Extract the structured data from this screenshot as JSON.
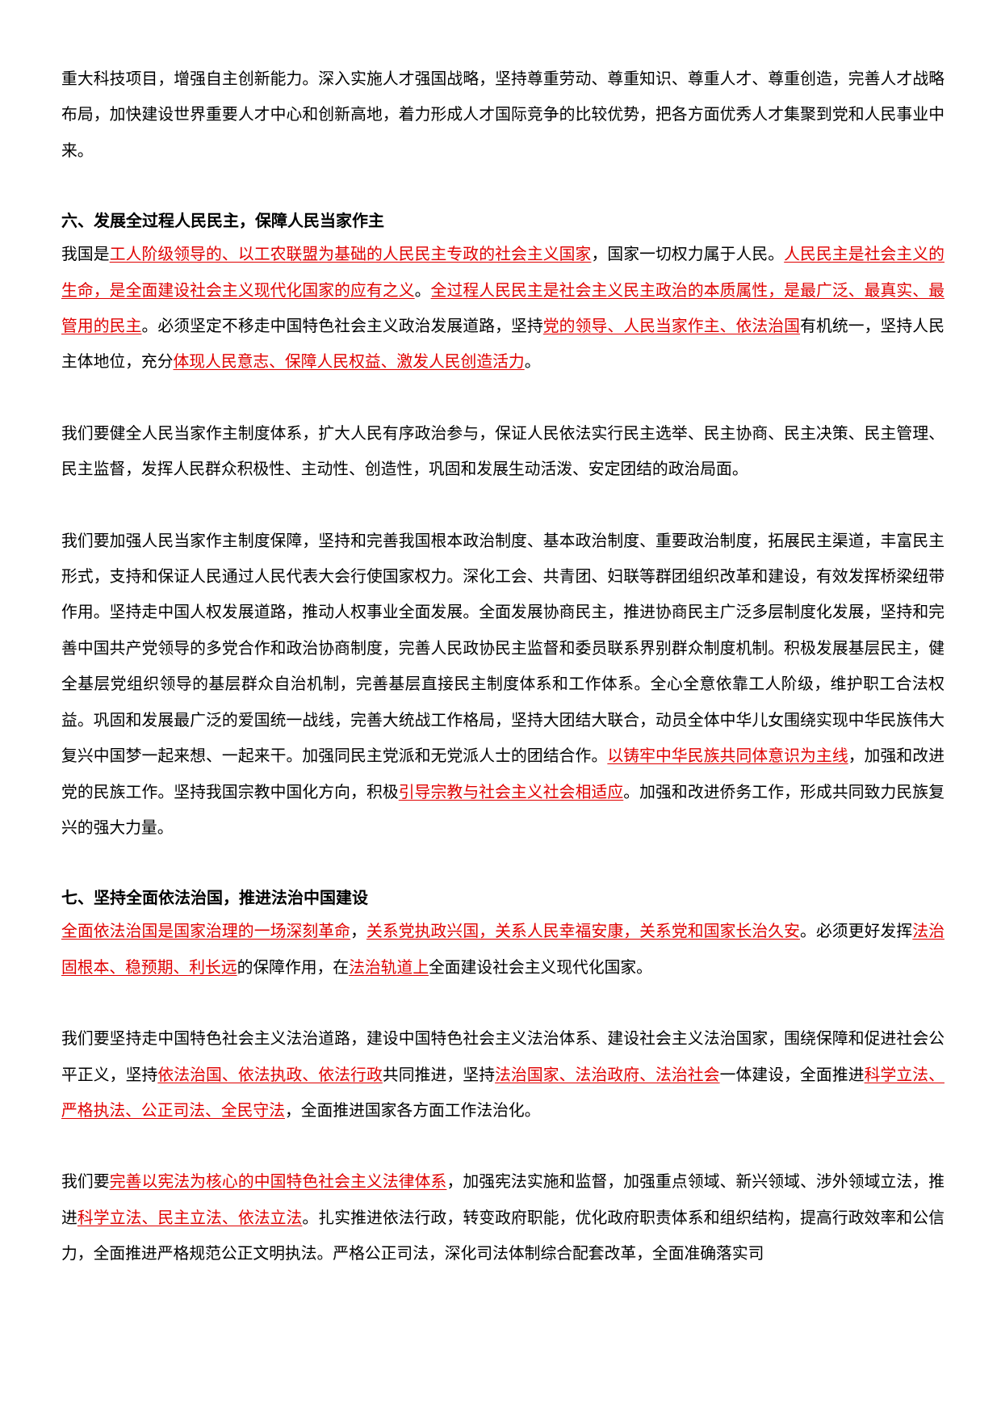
{
  "colors": {
    "highlight": "#e00000",
    "text": "#000000"
  },
  "intro": {
    "text": "重大科技项目，增强自主创新能力。深入实施人才强国战略，坚持尊重劳动、尊重知识、尊重人才、尊重创造，完善人才战略布局，加快建设世界重要人才中心和创新高地，着力形成人才国际竞争的比较优势，把各方面优秀人才集聚到党和人民事业中来。"
  },
  "section6": {
    "heading": "六、发展全过程人民民主，保障人民当家作主",
    "p1": [
      {
        "t": "我国是",
        "h": false
      },
      {
        "t": "工人阶级领导的、以工农联盟为基础的人民民主专政的社会主义国家",
        "h": true
      },
      {
        "t": "，国家一切权力属于人民。",
        "h": false
      },
      {
        "t": "人民民主是社会主义的生命，是全面建设社会主义现代化国家的应有之义",
        "h": true
      },
      {
        "t": "。",
        "h": false
      },
      {
        "t": "全过程人民民主是社会主义民主政治的本质属性，是最广泛、最真实、最管用的民主",
        "h": true
      },
      {
        "t": "。必须坚定不移走中国特色社会主义政治发展道路，坚持",
        "h": false
      },
      {
        "t": "党的领导、人民当家作主、依法治国",
        "h": true
      },
      {
        "t": "有机统一，坚持人民主体地位，充分",
        "h": false
      },
      {
        "t": "体现人民意志、保障人民权益、激发人民创造活力",
        "h": true
      },
      {
        "t": "。",
        "h": false
      }
    ],
    "p2": [
      {
        "t": "我们要健全人民当家作主制度体系，扩大人民有序政治参与，保证人民依法实行民主选举、民主协商、民主决策、民主管理、民主监督，发挥人民群众积极性、主动性、创造性，巩固和发展生动活泼、安定团结的政治局面。",
        "h": false
      }
    ],
    "p3": [
      {
        "t": "我们要加强人民当家作主制度保障，坚持和完善我国根本政治制度、基本政治制度、重要政治制度，拓展民主渠道，丰富民主形式，支持和保证人民通过人民代表大会行使国家权力。深化工会、共青团、妇联等群团组织改革和建设，有效发挥桥梁纽带作用。坚持走中国人权发展道路，推动人权事业全面发展。全面发展协商民主，推进协商民主广泛多层制度化发展，坚持和完善中国共产党领导的多党合作和政治协商制度，完善人民政协民主监督和委员联系界别群众制度机制。积极发展基层民主，健全基层党组织领导的基层群众自治机制，完善基层直接民主制度体系和工作体系。全心全意依靠工人阶级，维护职工合法权益。巩固和发展最广泛的爱国统一战线，完善大统战工作格局，坚持大团结大联合，动员全体中华儿女围绕实现中华民族伟大复兴中国梦一起来想、一起来干。加强同民主党派和无党派人士的团结合作。",
        "h": false
      },
      {
        "t": "以铸牢中华民族共同体意识为主线",
        "h": true
      },
      {
        "t": "，加强和改进党的民族工作。坚持我国宗教中国化方向，积极",
        "h": false
      },
      {
        "t": "引导宗教与社会主义社会相适应",
        "h": true
      },
      {
        "t": "。加强和改进侨务工作，形成共同致力民族复兴的强大力量。",
        "h": false
      }
    ]
  },
  "section7": {
    "heading": "七、坚持全面依法治国，推进法治中国建设",
    "p1": [
      {
        "t": "全面依法治国是国家治理的一场深刻革命",
        "h": true
      },
      {
        "t": "，",
        "h": false
      },
      {
        "t": "关系党执政兴国，关系人民幸福安康，关系党和国家长治久安",
        "h": true
      },
      {
        "t": "。必须更好发挥",
        "h": false
      },
      {
        "t": "法治固根本、稳预期、利长远",
        "h": true
      },
      {
        "t": "的保障作用，在",
        "h": false
      },
      {
        "t": "法治轨道上",
        "h": true
      },
      {
        "t": "全面建设社会主义现代化国家。",
        "h": false
      }
    ],
    "p2": [
      {
        "t": "我们要坚持走中国特色社会主义法治道路，建设中国特色社会主义法治体系、建设社会主义法治国家，围绕保障和促进社会公平正义，坚持",
        "h": false
      },
      {
        "t": "依法治国、依法执政、依法行政",
        "h": true
      },
      {
        "t": "共同推进，坚持",
        "h": false
      },
      {
        "t": "法治国家、法治政府、法治社会",
        "h": true
      },
      {
        "t": "一体建设，全面推进",
        "h": false
      },
      {
        "t": "科学立法、严格执法、公正司法、全民守法",
        "h": true
      },
      {
        "t": "，全面推进国家各方面工作法治化。",
        "h": false
      }
    ],
    "p3": [
      {
        "t": "我们要",
        "h": false
      },
      {
        "t": "完善以宪法为核心的中国特色社会主义法律体系",
        "h": true
      },
      {
        "t": "，加强宪法实施和监督，加强重点领域、新兴领域、涉外领域立法，推进",
        "h": false
      },
      {
        "t": "科学立法、民主立法、依法立法",
        "h": true
      },
      {
        "t": "。扎实推进依法行政，转变政府职能，优化政府职责体系和组织结构，提高行政效率和公信力，全面推进严格规范公正文明执法。严格公正司法，深化司法体制综合配套改革，全面准确落实司",
        "h": false
      }
    ]
  }
}
